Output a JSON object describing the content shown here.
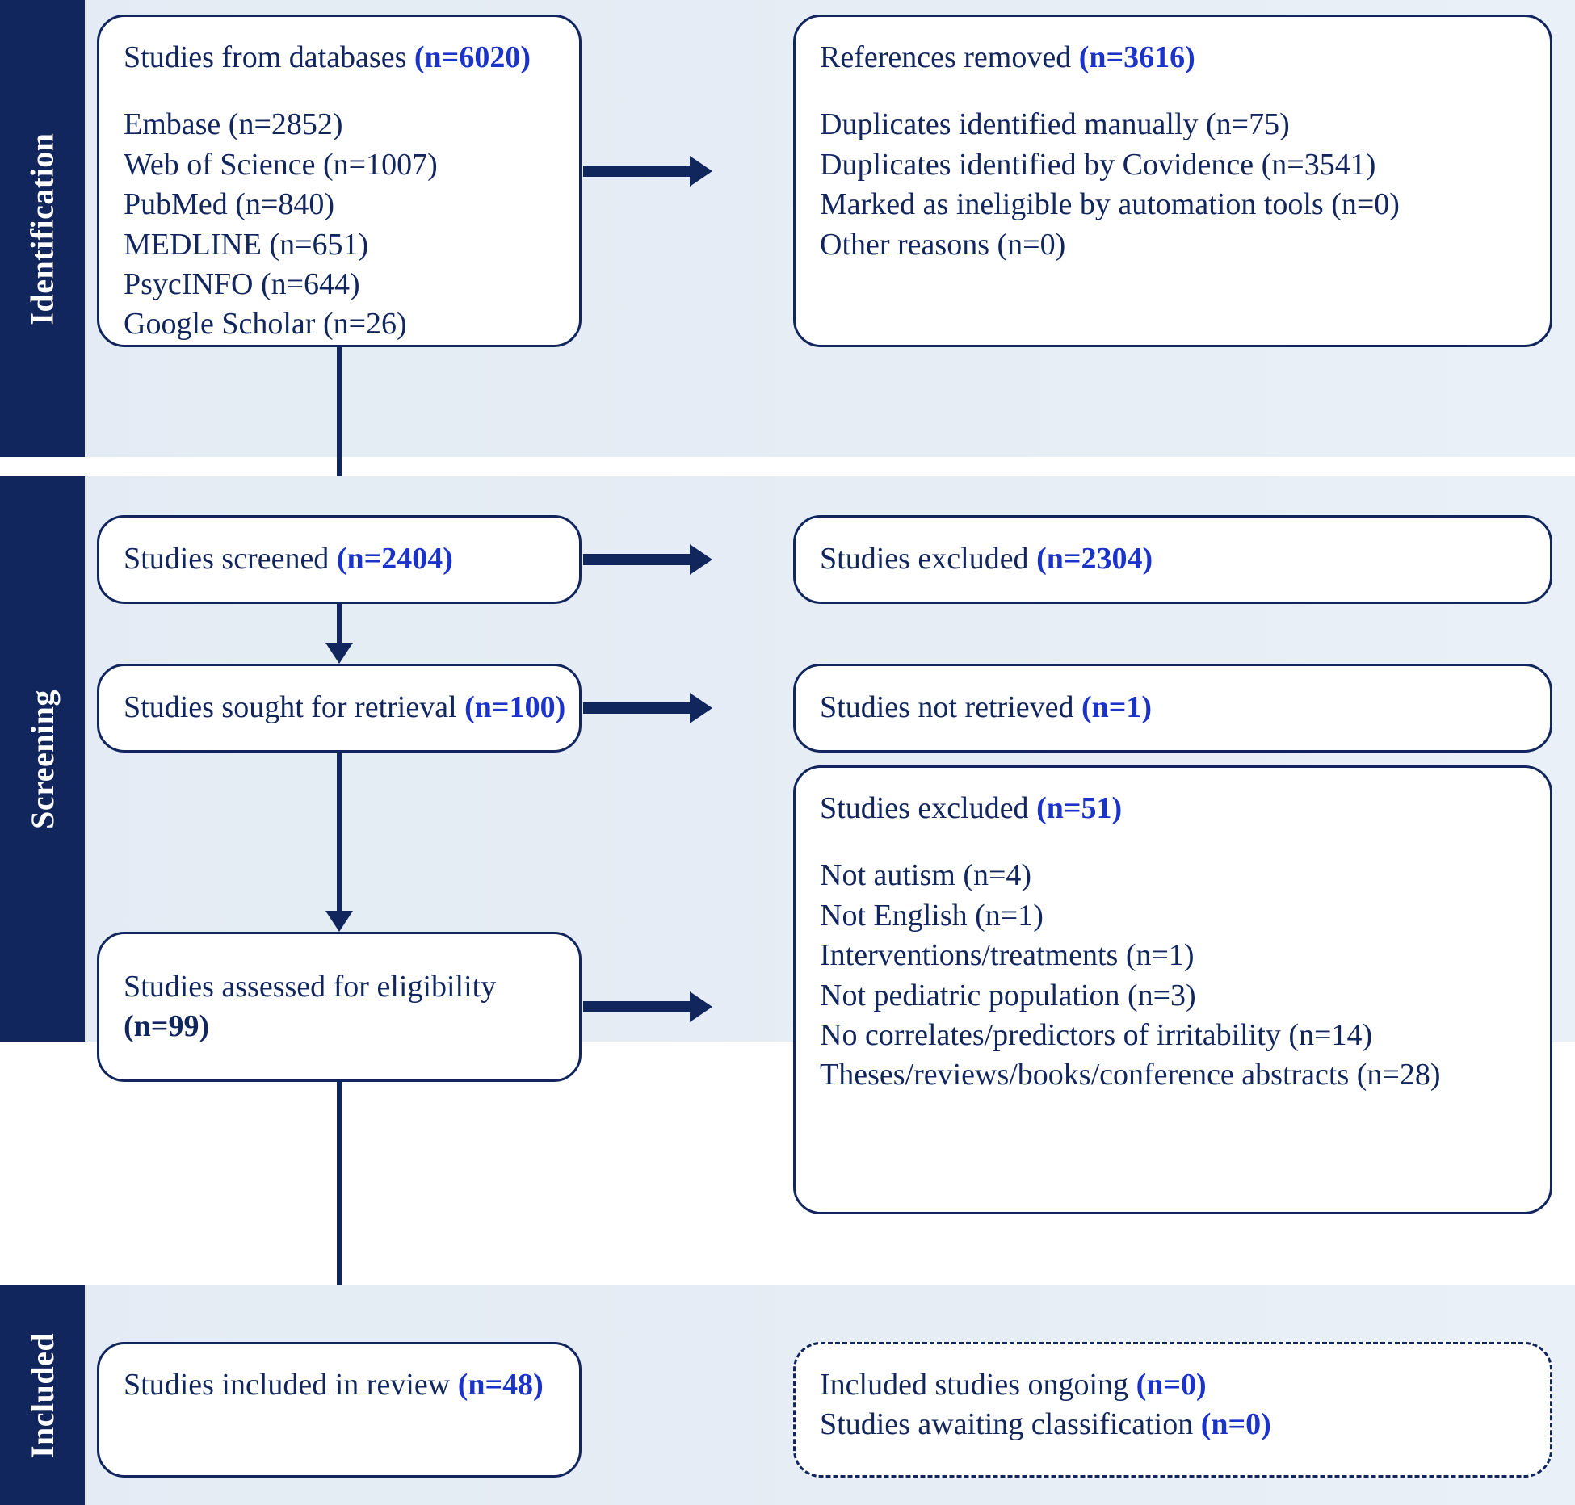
{
  "diagram": {
    "type": "prisma-flow-diagram",
    "accent_navy": "#12265e",
    "accent_blue": "#1b33c9",
    "band_background": "#e3ebf4"
  },
  "stages": {
    "identification": {
      "label": "Identification"
    },
    "screening": {
      "label": "Screening"
    },
    "included": {
      "label": "Included"
    }
  },
  "boxes": {
    "databases": {
      "title_text": "Studies from databases ",
      "title_count": "(n=6020)",
      "sources": [
        "Embase (n=2852)",
        "Web of Science (n=1007)",
        "PubMed (n=840)",
        "MEDLINE (n=651)",
        "PsycINFO (n=644)",
        "Google Scholar (n=26)"
      ]
    },
    "references_removed": {
      "title_text": "References removed ",
      "title_count": "(n=3616)",
      "reasons": [
        "Duplicates identified manually (n=75)",
        "Duplicates identified by Covidence (n=3541)",
        "Marked as ineligible by automation tools (n=0)",
        "Other reasons (n=0)"
      ]
    },
    "screened": {
      "title_text": "Studies screened ",
      "title_count": "(n=2404)"
    },
    "excluded_screening": {
      "title_text": "Studies excluded ",
      "title_count": "(n=2304)"
    },
    "sought_retrieval": {
      "title_text": "Studies sought for retrieval ",
      "title_count": "(n=100)"
    },
    "not_retrieved": {
      "title_text": "Studies not retrieved ",
      "title_count": "(n=1)"
    },
    "assessed_eligibility": {
      "title_text": "Studies assessed for eligibility",
      "title_count": "(n=99)"
    },
    "excluded_eligibility": {
      "title_text": "Studies excluded ",
      "title_count": "(n=51)",
      "reasons": [
        "Not autism (n=4)",
        "Not English (n=1)",
        "Interventions/treatments (n=1)",
        "Not pediatric population (n=3)",
        "No correlates/predictors of irritability (n=14)",
        "Theses/reviews/books/conference abstracts (n=28)"
      ]
    },
    "included_review": {
      "title_text": "Studies included in review ",
      "title_count": "(n=48)"
    },
    "ongoing_awaiting": {
      "line1_text": "Included studies ongoing ",
      "line1_count": "(n=0)",
      "line2_text": "Studies awaiting classification ",
      "line2_count": "(n=0)"
    }
  }
}
